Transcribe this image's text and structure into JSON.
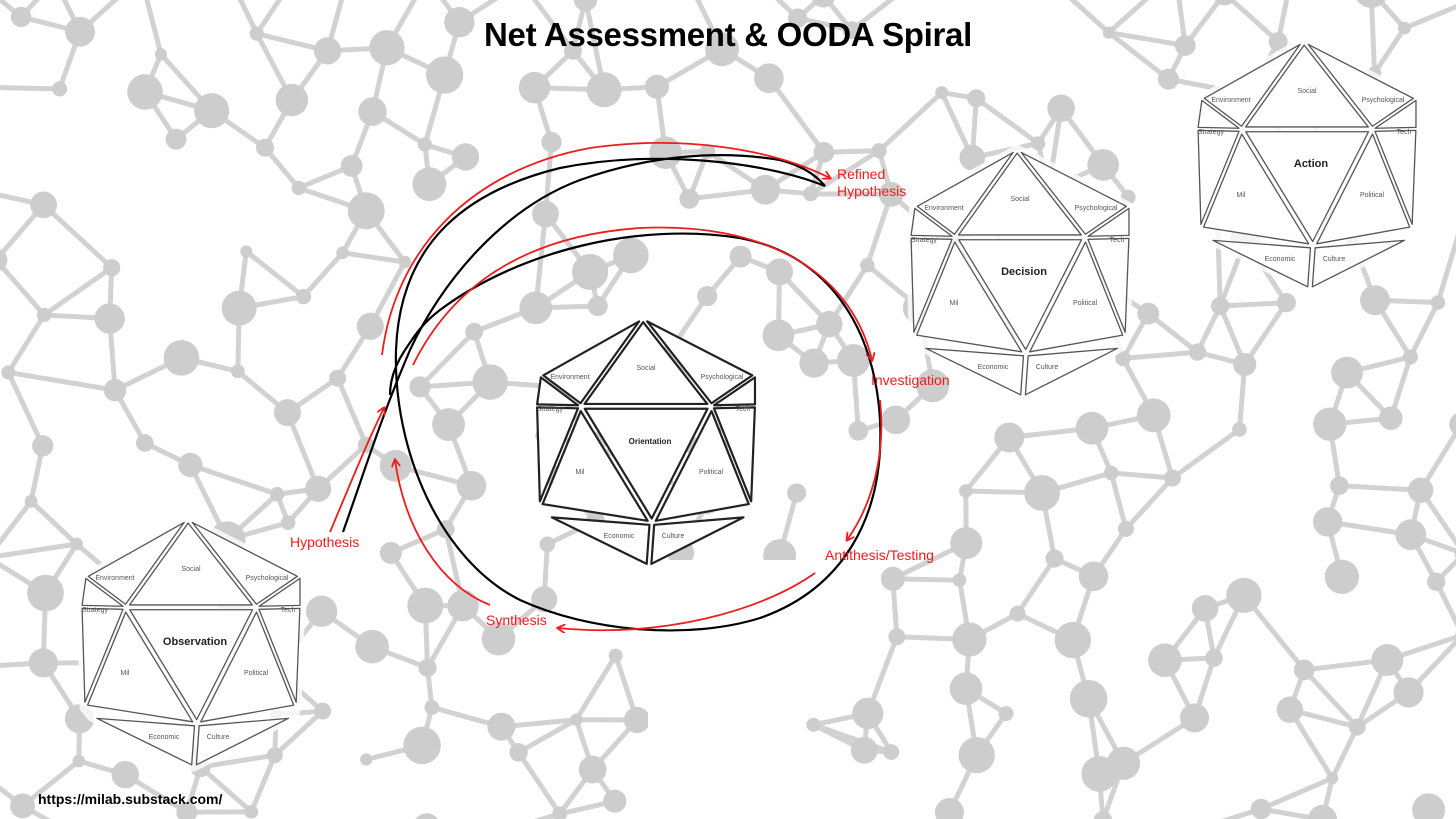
{
  "title": "Net Assessment & OODA Spiral",
  "footer": {
    "url": "https://milab.substack.com/"
  },
  "colors": {
    "accent": "#ee1c1c",
    "spiral": "#000000",
    "network": "#cfcfcf"
  },
  "spiral_labels": {
    "refined_hypothesis": [
      "Refined",
      "Hypothesis"
    ],
    "investigation": "Investigation",
    "antithesis": "Antithesis/Testing",
    "synthesis": "Synthesis",
    "hypothesis": "Hypothesis"
  },
  "icosahedra": [
    {
      "id": "orientation",
      "center": "Orientation",
      "faces": {
        "environment": "Environment",
        "social": "Social",
        "psychological": "Psychological",
        "strategy": "Strategy",
        "tech": "Tech",
        "mil": "Mil",
        "political": "Political",
        "economic": "Economic",
        "culture": "Culture"
      }
    },
    {
      "id": "observation",
      "center": "Observation",
      "faces": {
        "environment": "Environment",
        "social": "Social",
        "psychological": "Psychological",
        "strategy": "Strategy",
        "tech": "Tech",
        "mil": "Mil",
        "political": "Political",
        "economic": "Economic",
        "culture": "Culture"
      }
    },
    {
      "id": "decision",
      "center": "Decision",
      "faces": {
        "environment": "Environment",
        "social": "Social",
        "psychological": "Psychological",
        "strategy": "Strategy",
        "tech": "Tech",
        "mil": "Mil",
        "political": "Political",
        "economic": "Economic",
        "culture": "Culture"
      }
    },
    {
      "id": "action",
      "center": "Action",
      "faces": {
        "environment": "Environment",
        "social": "Social",
        "psychological": "Psychological",
        "strategy": "Strategy",
        "tech": "Tech",
        "mil": "Mil",
        "political": "Political",
        "economic": "Economic",
        "culture": "Culture"
      }
    }
  ]
}
